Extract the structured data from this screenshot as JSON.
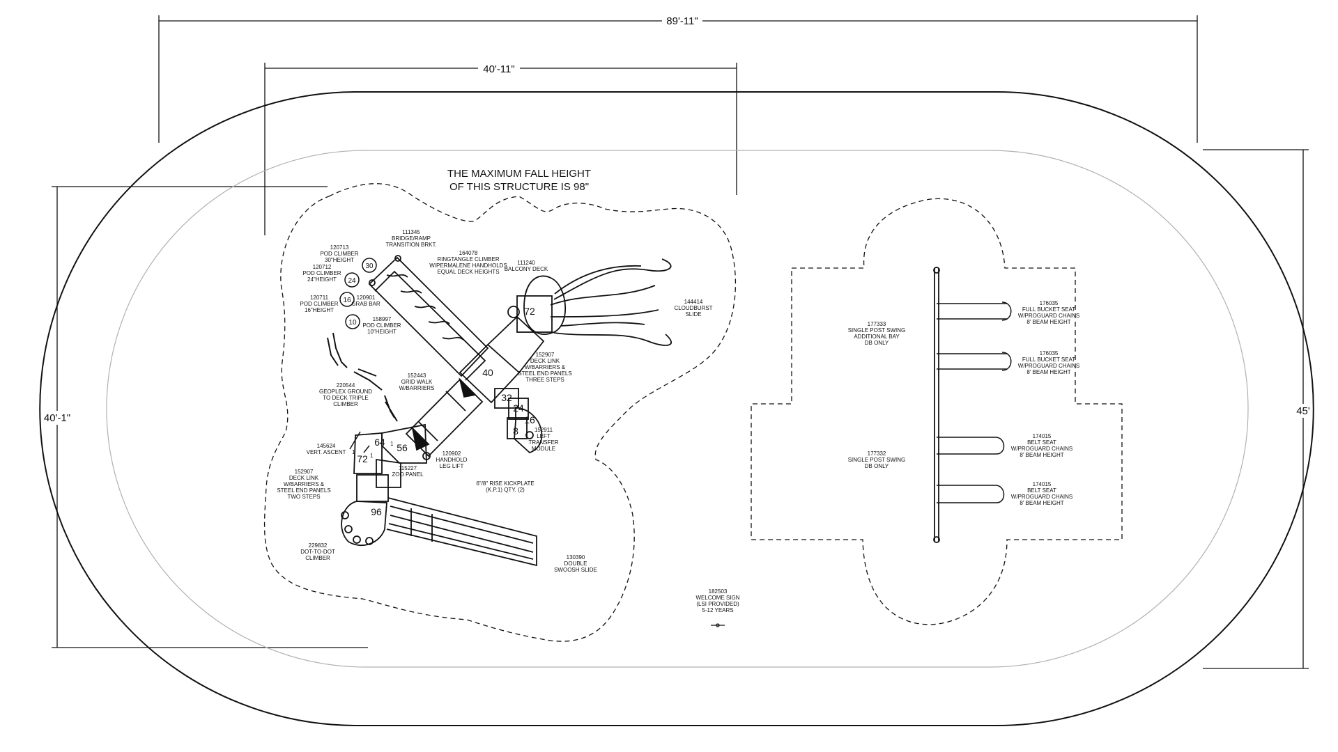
{
  "dimensions": {
    "overall_length": "89'-11\"",
    "structure_length": "40'-11\"",
    "left_height": "40'-1\"",
    "overall_width": "45'"
  },
  "fall_height_note": {
    "line1": "THE MAXIMUM FALL HEIGHT",
    "line2": "OF THIS STRUCTURE IS 98\""
  },
  "deck_numbers": {
    "balcony": "72",
    "center": "40",
    "step32": "32",
    "step24": "24",
    "step16": "16",
    "step8": "8",
    "deck64": "64",
    "deck56": "56",
    "deck72": "72",
    "deck96": "96"
  },
  "pod_numbers": {
    "p30": "30",
    "p24": "24",
    "p16": "16",
    "p10": "10"
  },
  "labels": {
    "bridge": [
      "111345",
      "BRIDGE/RAMP",
      "TRANSITION BRKT."
    ],
    "ringtangle": [
      "164078",
      "RINGTANGLE CLIMBER",
      "W/PERMALENE HANDHOLDS",
      "EQUAL DECK HEIGHTS"
    ],
    "balcony": [
      "111240",
      "BALCONY DECK"
    ],
    "cloudburst": [
      "144414",
      "CLOUDBURST",
      "SLIDE"
    ],
    "pod30": [
      "120713",
      "POD CLIMBER",
      "30\"HEIGHT"
    ],
    "pod24": [
      "120712",
      "POD CLIMBER",
      "24\"HEIGHT"
    ],
    "pod16": [
      "120711",
      "POD CLIMBER",
      "16\"HEIGHT"
    ],
    "grabbar": [
      "120901",
      "GRAB BAR"
    ],
    "pod10": [
      "158997",
      "POD CLIMBER",
      "10\"HEIGHT"
    ],
    "decklink3": [
      "152907",
      "DECK LINK",
      "W/BARRIERS &",
      "STEEL END PANELS",
      "THREE STEPS"
    ],
    "gridwalk": [
      "152443",
      "GRID WALK",
      "W/BARRIERS"
    ],
    "geoplex": [
      "220544",
      "GEOPLEX GROUND",
      "TO DECK TRIPLE",
      "CLIMBER"
    ],
    "transfer": [
      "152911",
      "LEFT",
      "TRANSFER",
      "MODULE"
    ],
    "vert": [
      "145624",
      "VERT. ASCENT"
    ],
    "handhold": [
      "120902",
      "HANDHOLD",
      "LEG LIFT"
    ],
    "zoo": [
      "115227",
      "ZOO PANEL"
    ],
    "decklink2": [
      "152907",
      "DECK LINK",
      "W/BARRIERS &",
      "STEEL END PANELS",
      "TWO STEPS"
    ],
    "kickplate": [
      "6\"/8\" RISE KICKPLATE",
      "(K.P.1) QTY. (2)"
    ],
    "dottodot": [
      "229832",
      "DOT-TO-DOT",
      "CLIMBER"
    ],
    "swoosh": [
      "130390",
      "DOUBLE",
      "SWOOSH SLIDE"
    ],
    "welcome": [
      "182503",
      "WELCOME SIGN",
      "(LSI PROVIDED)",
      "5-12 YEARS"
    ],
    "swing_add": [
      "177333",
      "SINGLE POST SWING",
      "ADDITIONAL BAY",
      "DB ONLY"
    ],
    "swing_single": [
      "177332",
      "SINGLE POST SWING",
      "DB ONLY"
    ],
    "bucket1": [
      "176035",
      "FULL BUCKET SEAT",
      "W/PROGUARD CHAINS",
      "8' BEAM HEIGHT"
    ],
    "bucket2": [
      "176035",
      "FULL BUCKET SEAT",
      "W/PROGUARD CHAINS",
      "8' BEAM HEIGHT"
    ],
    "belt1": [
      "174015",
      "BELT SEAT",
      "W/PROGUARD CHAINS",
      "8' BEAM HEIGHT"
    ],
    "belt2": [
      "174015",
      "BELT SEAT",
      "W/PROGUARD CHAINS",
      "8' BEAM HEIGHT"
    ]
  },
  "side_labels": {
    "tag1": "1",
    "tag2": "1",
    "tag3": "1"
  }
}
